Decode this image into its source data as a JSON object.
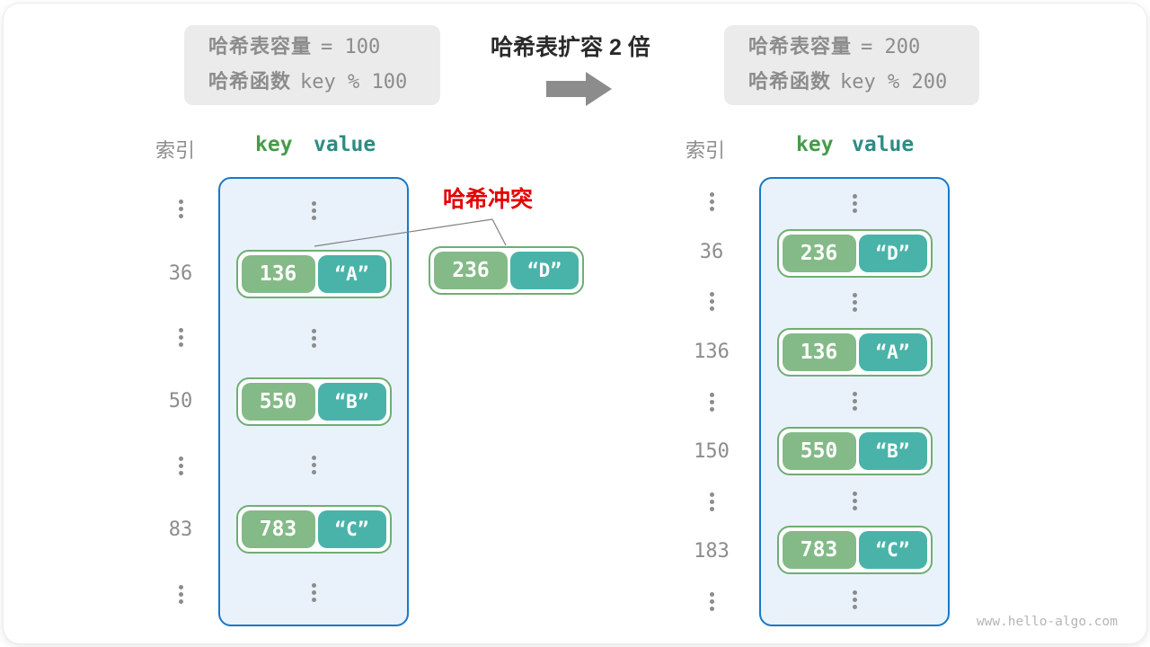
{
  "top": {
    "before_box": {
      "line1_label": "哈希表容量",
      "line1_value": "= 100",
      "line2_label": "哈希函数",
      "line2_value": "key % 100"
    },
    "title": "哈希表扩容 2 倍",
    "after_box": {
      "line1_label": "哈希表容量",
      "line1_value": "= 200",
      "line2_label": "哈希函数",
      "line2_value": "key % 200"
    }
  },
  "annotation": {
    "collision_label": "哈希冲突"
  },
  "floating_pair": {
    "key": "236",
    "value": "“D”"
  },
  "left_table": {
    "headers": {
      "index": "索引",
      "key": "key",
      "value": "value"
    },
    "rows": [
      {
        "type": "dots"
      },
      {
        "type": "pair",
        "index": "36",
        "key": "136",
        "value": "“A”"
      },
      {
        "type": "dots"
      },
      {
        "type": "pair",
        "index": "50",
        "key": "550",
        "value": "“B”"
      },
      {
        "type": "dots"
      },
      {
        "type": "pair",
        "index": "83",
        "key": "783",
        "value": "“C”"
      },
      {
        "type": "dots"
      }
    ]
  },
  "right_table": {
    "headers": {
      "index": "索引",
      "key": "key",
      "value": "value"
    },
    "rows": [
      {
        "type": "dots"
      },
      {
        "type": "pair",
        "index": "36",
        "key": "236",
        "value": "“D”"
      },
      {
        "type": "dots"
      },
      {
        "type": "pair",
        "index": "136",
        "key": "136",
        "value": "“A”"
      },
      {
        "type": "dots"
      },
      {
        "type": "pair",
        "index": "150",
        "key": "550",
        "value": "“B”"
      },
      {
        "type": "dots"
      },
      {
        "type": "pair",
        "index": "183",
        "key": "783",
        "value": "“C”"
      },
      {
        "type": "dots"
      }
    ]
  },
  "watermark": "www.hello-algo.com",
  "colors": {
    "container_fill": "#e9f2fb",
    "container_border": "#1878c8",
    "pair_border": "#6fae74",
    "key_fill": "#84ba87",
    "value_fill": "#4ab3a9",
    "collision_red": "#e60000",
    "gray_box": "#ebebeb",
    "muted_text": "#8c8c8c",
    "header_key": "#479b4b",
    "header_value": "#2e8c82",
    "arrow_gray": "#8c8c8c",
    "title_black": "#2a2a2a",
    "watermark_gray": "#b5b5b5"
  }
}
